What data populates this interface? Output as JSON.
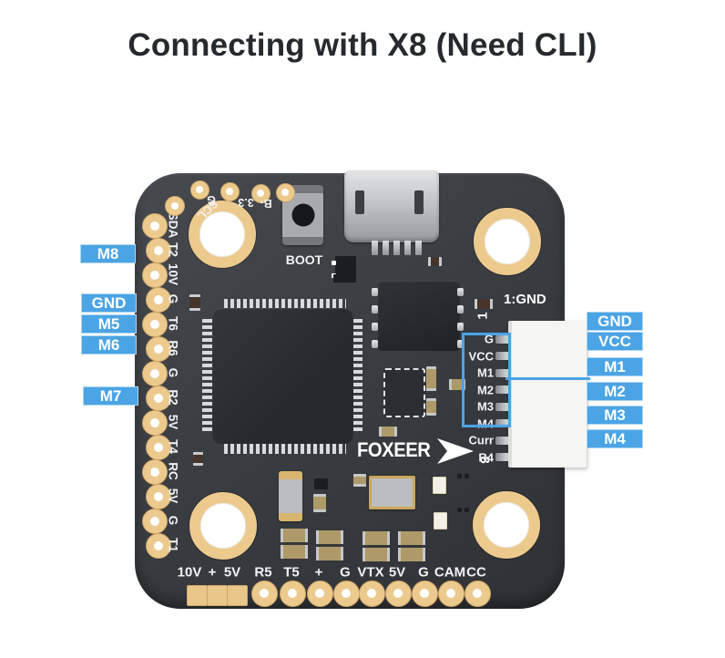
{
  "title": "Connecting with X8 (Need CLI)",
  "colors": {
    "accent_blue": "#4BA4E4",
    "board_dark": "#3a3d41",
    "pad_gold": "#ecca8e",
    "silk_white": "#f2f2f2"
  },
  "callouts": {
    "left": [
      "M8",
      "GND",
      "M5",
      "M6",
      "M7"
    ],
    "right": [
      "GND",
      "VCC",
      "M1",
      "M2",
      "M3",
      "M4"
    ]
  },
  "board": {
    "brand": "FOXEER",
    "brand_arrow_icon": "arrow-right",
    "boot_button_label": "BOOT",
    "pin1_note": "1:GND",
    "pin1_marker": "1",
    "pin8_marker": "8",
    "top_pads": [
      "SCL",
      "G",
      "3.3",
      "B-"
    ],
    "left_pads": [
      "SDA",
      "T2",
      "10V",
      "G",
      "T6",
      "R6",
      "G",
      "R2",
      "5V",
      "T4",
      "RC",
      "5V",
      "G",
      "T1"
    ],
    "bottom_square_pads": [
      "10V",
      "+",
      "5V"
    ],
    "bottom_round_pads": [
      "R5",
      "T5",
      "+",
      "G",
      "VTX",
      "5V",
      "G",
      "CAM",
      "CC"
    ],
    "x8_connector_pads": [
      "G",
      "VCC",
      "M1",
      "M2",
      "M3",
      "M4",
      "Curr",
      "R4"
    ]
  }
}
